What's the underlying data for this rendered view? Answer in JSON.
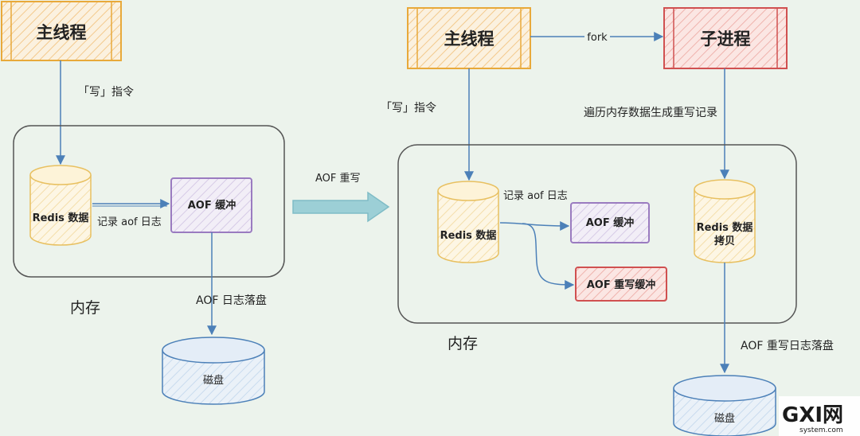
{
  "left": {
    "main_thread": "主线程",
    "write_cmd": "「写」指令",
    "redis_data": "Redis 数据",
    "record_aof": "记录 aof 日志",
    "aof_buffer": "AOF 缓冲",
    "memory": "内存",
    "aof_flush": "AOF 日志落盘",
    "disk": "磁盘"
  },
  "transition": "AOF 重写",
  "right": {
    "main_thread": "主线程",
    "fork": "fork",
    "child_process": "子进程",
    "write_cmd": "「写」指令",
    "traverse": "遍历内存数据生成重写记录",
    "record_aof": "记录 aof 日志",
    "redis_data": "Redis 数据",
    "aof_buffer": "AOF 缓冲",
    "aof_rewrite_buffer": "AOF 重写缓冲",
    "redis_copy_line1": "Redis 数据",
    "redis_copy_line2": "拷贝",
    "memory": "内存",
    "rewrite_flush": "AOF 重写日志落盘",
    "disk": "磁盘"
  },
  "watermark": {
    "logo": "GXI网",
    "site": "system.com"
  },
  "colors": {
    "background": "#ecf3ec",
    "orange": "#e8a93a",
    "red": "#d05050",
    "purple": "#9a7bc0",
    "blue": "#4c80b8",
    "teal_arrow": "#7fbcc6"
  }
}
